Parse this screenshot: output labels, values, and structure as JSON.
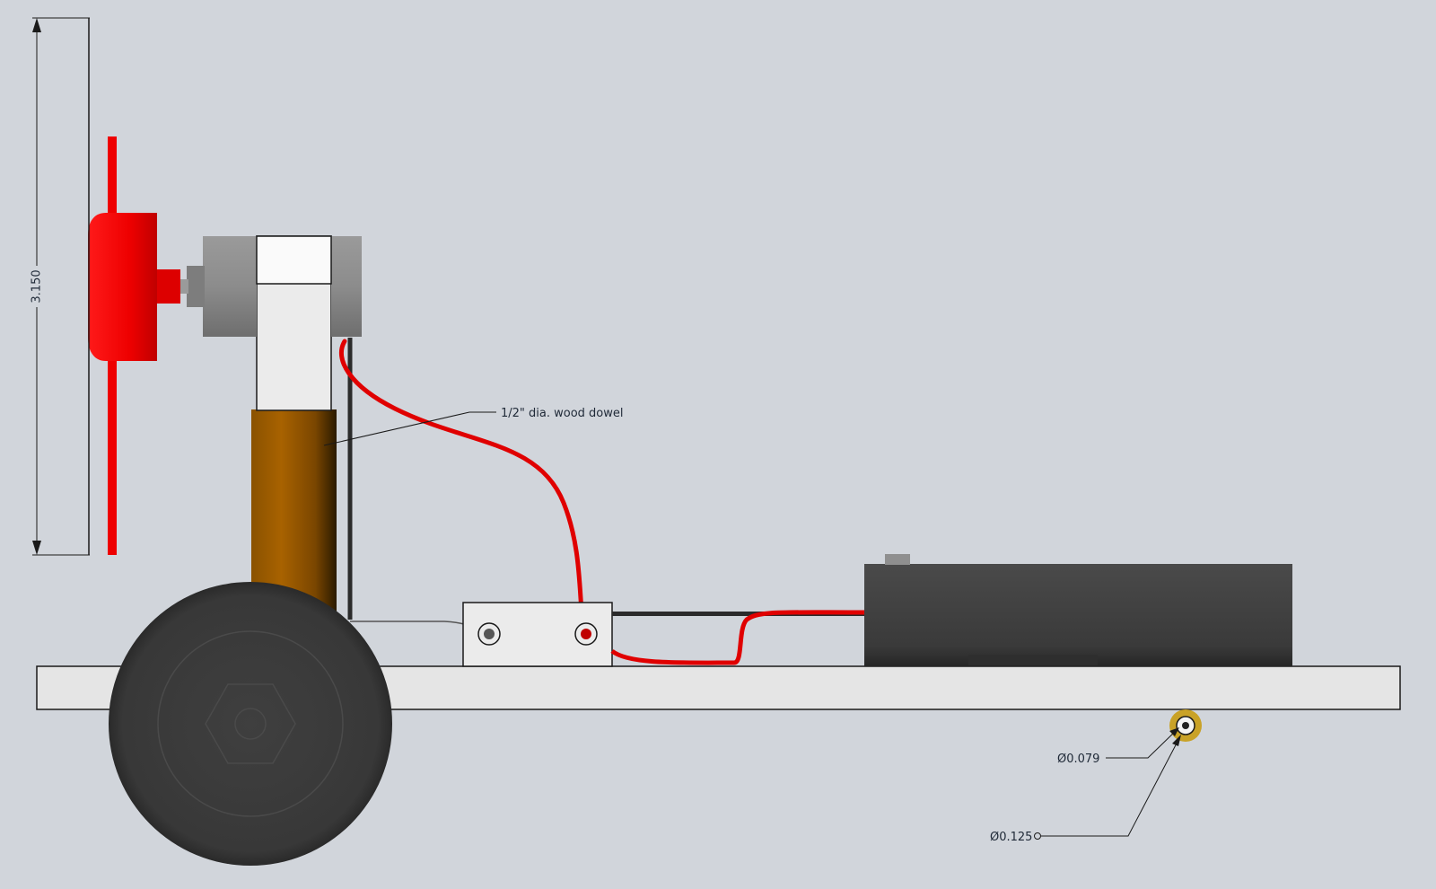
{
  "drawing": {
    "background": "#d1d5db",
    "height_dimension": "3.150",
    "callout_dowel": "1/2\" dia. wood dowel",
    "callout_hole_small": "Ø0.079",
    "callout_hole_large": "Ø0.125",
    "colors": {
      "propeller": "#ff0000",
      "wire_red": "#e00000",
      "wire_black": "#2b2b2b",
      "motor": "#8a8a8a",
      "dowel": "#a86200",
      "wheel": "#3a3a3a",
      "battery": "#3c3c3c",
      "base": "#e5e5e5",
      "bracket": "#ebebeb",
      "hole_ring": "#c9a227"
    }
  }
}
